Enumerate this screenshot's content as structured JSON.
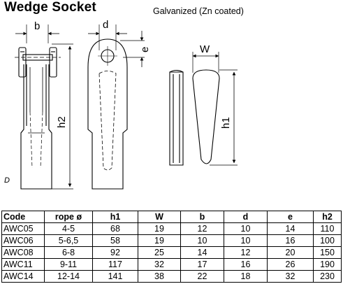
{
  "title": "Wedge Socket",
  "subtitle": "Galvanized (Zn coated)",
  "drawing": {
    "dim_b": "b",
    "dim_d": "d",
    "dim_e": "e",
    "dim_w": "W",
    "dim_h1": "h1",
    "dim_h2": "h2",
    "view_letter": "D"
  },
  "table": {
    "headers": [
      "Code",
      "rope ø",
      "h1",
      "W",
      "b",
      "d",
      "e",
      "h2"
    ],
    "rows": [
      [
        "AWC05",
        "4-5",
        "68",
        "19",
        "12",
        "10",
        "14",
        "110"
      ],
      [
        "AWC06",
        "5-6,5",
        "58",
        "19",
        "10",
        "10",
        "16",
        "100"
      ],
      [
        "AWC08",
        "6-8",
        "92",
        "25",
        "14",
        "12",
        "20",
        "150"
      ],
      [
        "AWC11",
        "9-11",
        "117",
        "32",
        "17",
        "16",
        "26",
        "190"
      ],
      [
        "AWC14",
        "12-14",
        "141",
        "38",
        "22",
        "18",
        "32",
        "230"
      ]
    ]
  }
}
